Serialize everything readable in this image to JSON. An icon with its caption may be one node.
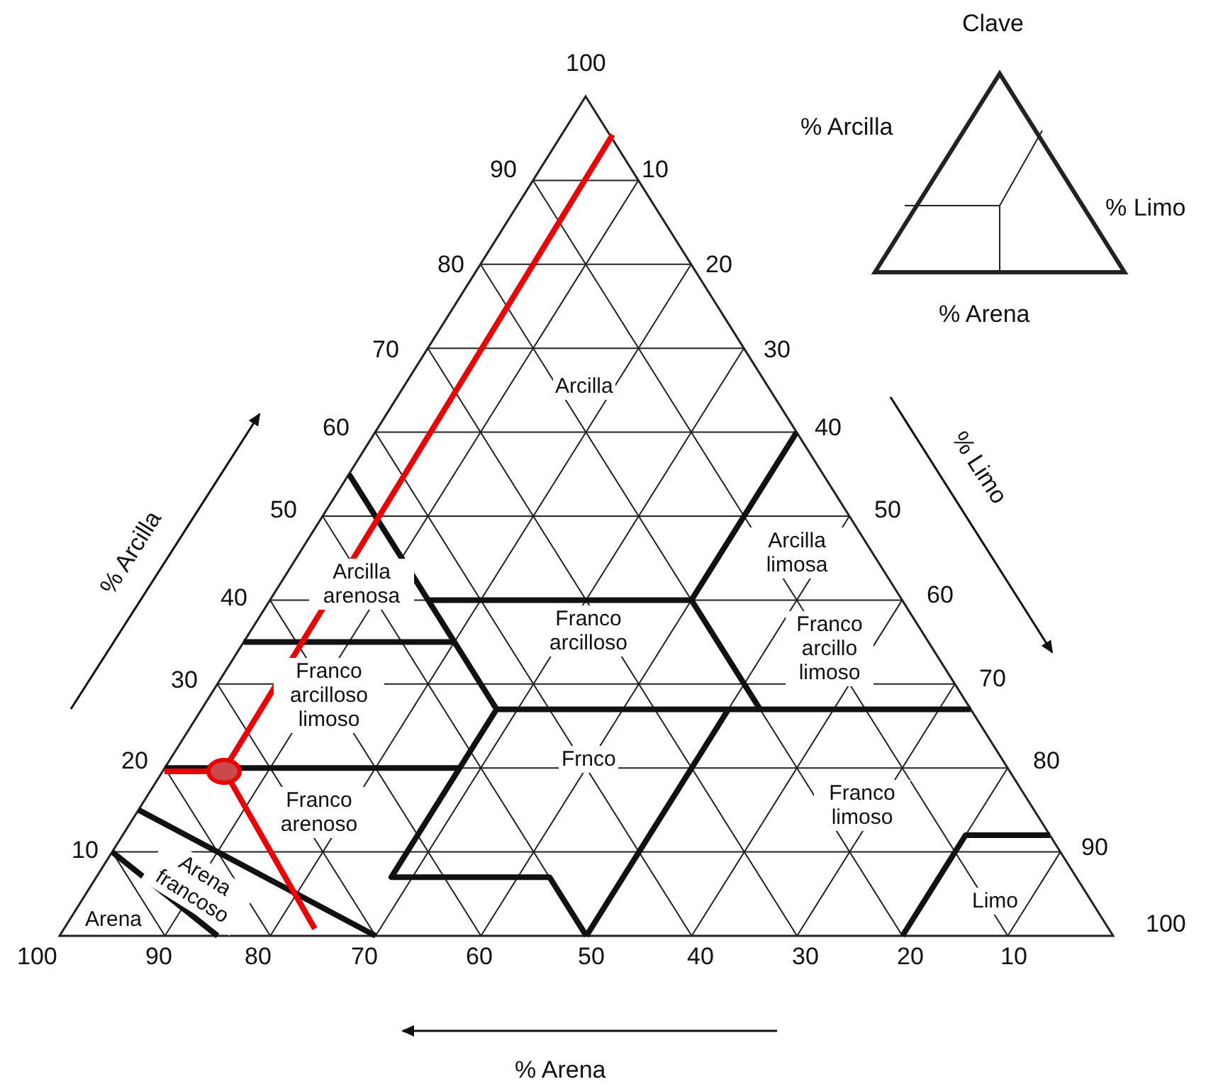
{
  "diagram": {
    "labels": [
      "Clave",
      "100",
      "% Arcilla",
      "90",
      "10",
      "% Limo",
      "80",
      "20",
      "% Arena",
      "70",
      "30",
      "Arcilla",
      "60",
      "40",
      "% Limo",
      "% Arcilla",
      "50",
      "50",
      "Arcilla limosa",
      "Arcilla arenosa",
      "40",
      "60",
      "Franco arcillo limoso",
      "Franco arcilloso",
      "30",
      "Franco arcilloso limoso",
      "70",
      "20",
      "Frnco",
      "80",
      "Franco arenoso",
      "Franco limoso",
      "10",
      "Arena francoso",
      "90",
      "Arena",
      "Limo",
      "100",
      "90",
      "80",
      "70",
      "60",
      "50",
      "40",
      "30",
      "20",
      "10",
      "100",
      "% Arena"
    ]
  }
}
